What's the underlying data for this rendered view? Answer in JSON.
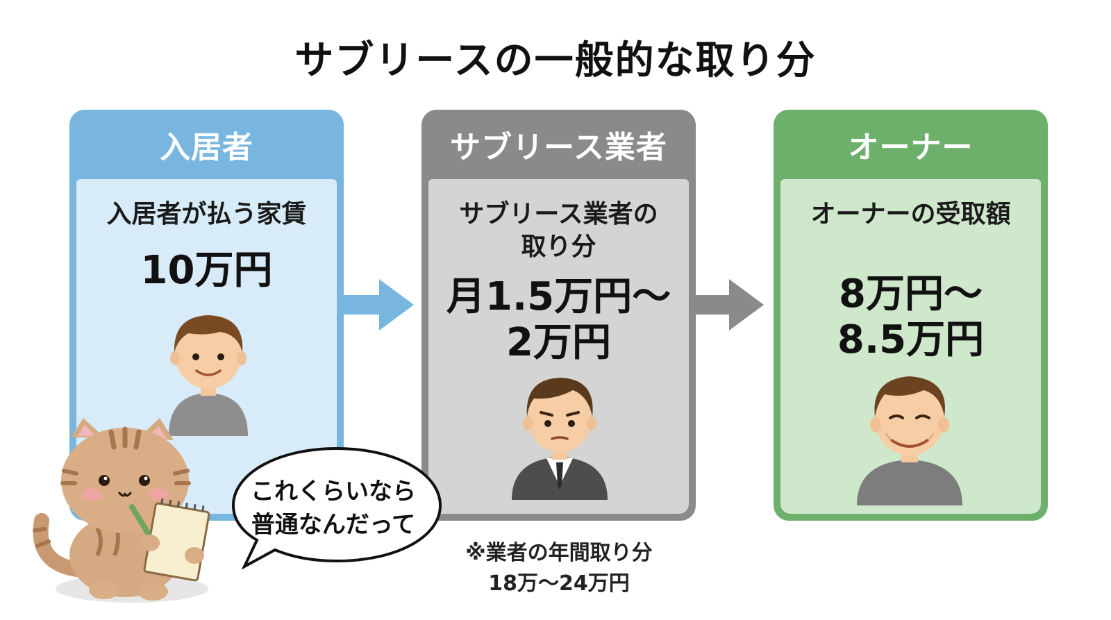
{
  "title": "サブリースの一般的な取り分",
  "tenant": {
    "header": "入居者",
    "label": "入居者が払う家賃",
    "amount": "10万円",
    "color": "#78b6df"
  },
  "sublease": {
    "header": "サブリース業者",
    "label_line1": "サブリース業者の",
    "label_line2": "取り分",
    "amount_line1": "月1.5万円〜",
    "amount_line2": "2万円",
    "color": "#8a8a8a"
  },
  "owner": {
    "header": "オーナー",
    "label": "オーナーの受取額",
    "amount_line1": "8万円〜",
    "amount_line2": "8.5万円",
    "color": "#6cb06c"
  },
  "note": {
    "line1": "※業者の年間取り分",
    "line2": "18万〜24万円"
  },
  "speech": {
    "line1": "これくらいなら",
    "line2": "普通なんだって"
  }
}
